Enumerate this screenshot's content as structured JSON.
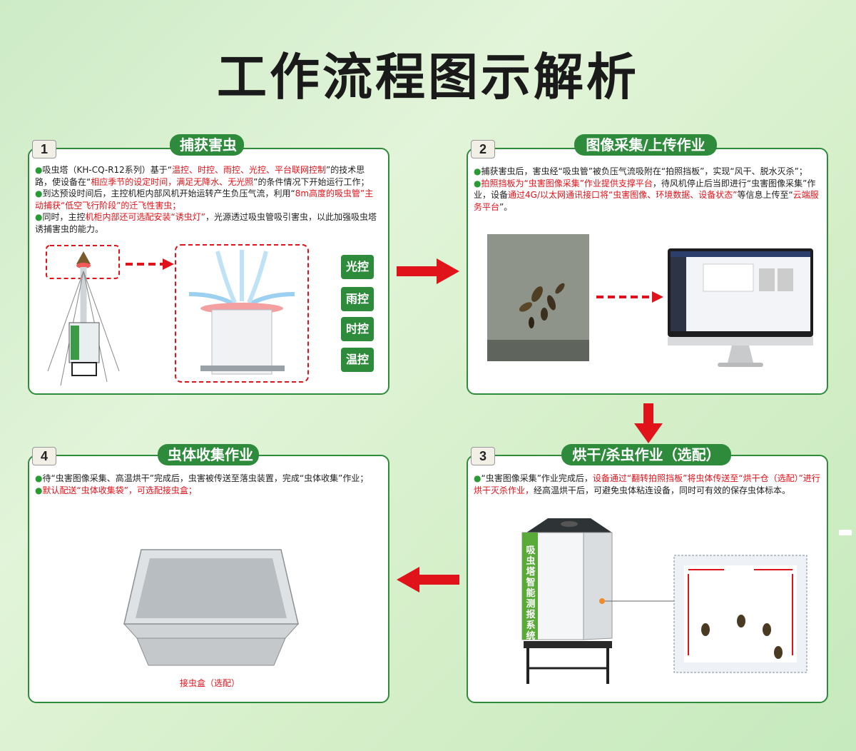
{
  "title": "工作流程图示解析",
  "steps": [
    {
      "number": "1",
      "title": "捕获害虫",
      "lines": [
        [
          [
            "吸虫塔（KH-CQ-R12系列）基于“",
            ""
          ],
          [
            "温控、时控、雨控、光控、平台联网控制",
            "red"
          ],
          [
            "”的技术思路，使设备在“",
            ""
          ],
          [
            "相应季节的设定时间，满足无降水、无光照",
            "red"
          ],
          [
            "”的条件情况下开始运行工作；",
            ""
          ]
        ],
        [
          [
            "到达预设时间后，主控机柜内部风机开始运转产生负压气流，利用“",
            ""
          ],
          [
            "8m高度的吸虫管”主动捕获“低空飞行阶段”的迁飞性害虫；",
            "red"
          ]
        ],
        [
          [
            "同时，主控",
            ""
          ],
          [
            "机柜内部还可选配安装“诱虫灯”",
            "red"
          ],
          [
            "，光源透过吸虫管吸引害虫，以此加强吸虫塔诱捕害虫的能力。",
            ""
          ]
        ]
      ],
      "tags": [
        "光控",
        "雨控",
        "时控",
        "温控"
      ]
    },
    {
      "number": "2",
      "title": "图像采集/上传作业",
      "lines": [
        [
          [
            "捕获害虫后，害虫经“吸虫管”被负压气流吸附在“拍照挡板”，实现“风干、脱水灭杀”；",
            ""
          ]
        ],
        [
          [
            "拍照挡板为“虫害图像采集”作业提供支撑平台",
            "red"
          ],
          [
            "，待风机停止后当即进行“虫害图像采集”作业，设备",
            ""
          ],
          [
            "通过4G/以太网通讯接口将“虫害图像、环境数据、设备状态”",
            "red"
          ],
          [
            "等信息上传至“",
            ""
          ],
          [
            "云端服务平台",
            "red"
          ],
          [
            "”。",
            ""
          ]
        ]
      ]
    },
    {
      "number": "3",
      "title": "烘干/杀虫作业（选配）",
      "lines": [
        [
          [
            "“虫害图像采集”作业完成后，",
            ""
          ],
          [
            "设备通过“翻转拍照挡板”将虫体传送至“烘干仓（选配）”进行烘干灭杀作业，",
            "red"
          ],
          [
            "经高温烘干后，可避免虫体粘连设备，同时可有效的保存虫体标本。",
            ""
          ]
        ]
      ],
      "device_label": "吸虫塔智能测报系统"
    },
    {
      "number": "4",
      "title": "虫体收集作业",
      "lines": [
        [
          [
            "待“虫害图像采集、高温烘干”完成后，虫害被传送至落虫装置，完成“虫体收集”作业；",
            ""
          ]
        ],
        [
          [
            "默认配送“虫体收集袋”，可选配接虫盒；",
            "red"
          ]
        ]
      ],
      "caption": "接虫盒（选配）"
    }
  ],
  "colors": {
    "green": "#2e8b3c",
    "red": "#e0131a",
    "border": "#2f8a3a"
  }
}
